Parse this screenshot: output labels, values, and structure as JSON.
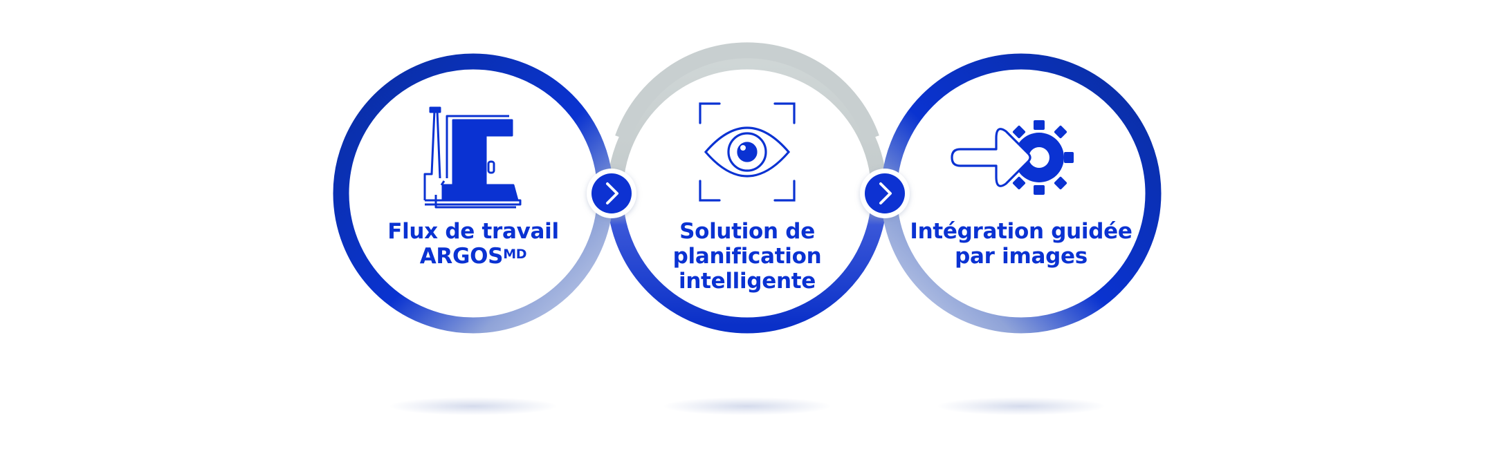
{
  "steps": [
    {
      "line1": "Flux de travail",
      "line2": "ARGOS",
      "line2_sup": "MD",
      "icon": "robot-arm-icon"
    },
    {
      "line1": "Solution de",
      "line2": "planification",
      "line3": "intelligente",
      "icon": "eye-scan-icon"
    },
    {
      "line1": "Intégration guidée",
      "line2": "par images",
      "icon": "arrow-gear-icon"
    }
  ],
  "connectors": [
    {
      "icon": "chevron-right-icon"
    },
    {
      "icon": "chevron-right-icon"
    }
  ],
  "colors": {
    "primary": "#0a32d2",
    "dark_blue": "#0a2ea0",
    "grey_ring": "#c8cfd0",
    "background": "#ffffff"
  }
}
